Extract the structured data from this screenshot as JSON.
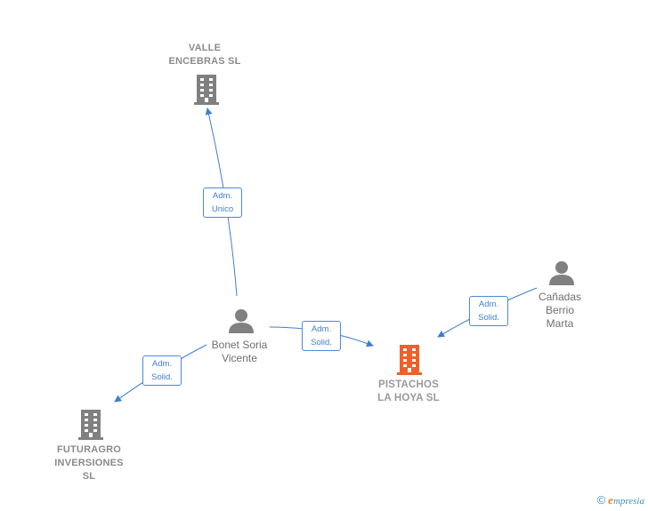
{
  "nodes": {
    "valle": {
      "label": "VALLE\nENCEBRAS SL",
      "kind": "company"
    },
    "futuragro": {
      "label": "FUTURAGRO\nINVERSIONES\nSL",
      "kind": "company"
    },
    "pistachos": {
      "label": "PISTACHOS\nLA HOYA  SL",
      "kind": "company-focus"
    },
    "bonet": {
      "label": "Bonet Soria\nVicente",
      "kind": "person"
    },
    "canadas": {
      "label": "Cañadas\nBerrio\nMarta",
      "kind": "person"
    }
  },
  "edges": {
    "bonet_valle": {
      "line1": "Adm.",
      "line2": "Unico"
    },
    "bonet_futuragro": {
      "line1": "Adm.",
      "line2": "Solid."
    },
    "bonet_pistachos": {
      "line1": "Adm.",
      "line2": "Solid."
    },
    "canadas_pistachos": {
      "line1": "Adm.",
      "line2": "Solid."
    }
  },
  "colors": {
    "edge": "#3f7fd0",
    "company_icon": "#808080",
    "focus_icon": "#f0602a",
    "person_icon": "#808080"
  },
  "footer": {
    "symbol": "©",
    "brand_initial": "e",
    "brand_rest": "mpresia"
  }
}
